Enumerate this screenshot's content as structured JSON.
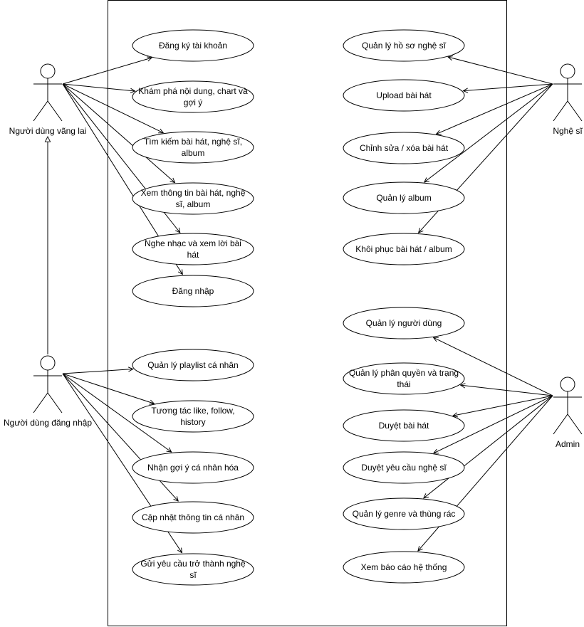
{
  "diagram": {
    "type": "uml-use-case",
    "colors": {
      "stroke": "#000000",
      "fill": "#ffffff",
      "text": "#000000"
    },
    "actors": [
      {
        "id": "guest",
        "name": "Người dùng vãng lai"
      },
      {
        "id": "user",
        "name": "Người dùng đăng nhập"
      },
      {
        "id": "artist",
        "name": "Nghệ sĩ"
      },
      {
        "id": "admin",
        "name": "Admin"
      }
    ],
    "use_cases": [
      {
        "id": "uc1",
        "lines": [
          "Đăng ký tài khoản"
        ]
      },
      {
        "id": "uc2",
        "lines": [
          "Khám phá nội dung, chart và",
          "gợi ý"
        ]
      },
      {
        "id": "uc3",
        "lines": [
          "Tìm kiếm bài hát, nghệ sĩ,",
          "album"
        ]
      },
      {
        "id": "uc4",
        "lines": [
          "Xem thông tin bài hát, nghệ",
          "sĩ, album"
        ]
      },
      {
        "id": "uc5",
        "lines": [
          "Nghe nhạc và xem lời bài",
          "hát"
        ]
      },
      {
        "id": "uc6",
        "lines": [
          "Đăng nhập"
        ]
      },
      {
        "id": "uc7",
        "lines": [
          "Quản lý playlist cá nhân"
        ]
      },
      {
        "id": "uc8",
        "lines": [
          "Tương tác like, follow,",
          "history"
        ]
      },
      {
        "id": "uc9",
        "lines": [
          "Nhận gợi ý cá nhân hóa"
        ]
      },
      {
        "id": "uc10",
        "lines": [
          "Cập nhật thông tin cá nhân"
        ]
      },
      {
        "id": "uc11",
        "lines": [
          "Gửi yêu cầu trở thành nghệ",
          "sĩ"
        ]
      },
      {
        "id": "uc12",
        "lines": [
          "Quản lý hồ sơ nghệ sĩ"
        ]
      },
      {
        "id": "uc13",
        "lines": [
          "Upload bài hát"
        ]
      },
      {
        "id": "uc14",
        "lines": [
          "Chỉnh sửa / xóa bài hát"
        ]
      },
      {
        "id": "uc15",
        "lines": [
          "Quản lý album"
        ]
      },
      {
        "id": "uc16",
        "lines": [
          "Khôi phục bài hát / album"
        ]
      },
      {
        "id": "uc17",
        "lines": [
          "Quản lý người dùng"
        ]
      },
      {
        "id": "uc18",
        "lines": [
          "Quản lý phân quyền và trạng",
          "thái"
        ]
      },
      {
        "id": "uc19",
        "lines": [
          "Duyệt bài hát"
        ]
      },
      {
        "id": "uc20",
        "lines": [
          "Duyệt yêu cầu nghệ sĩ"
        ]
      },
      {
        "id": "uc21",
        "lines": [
          "Quản lý genre và thùng rác"
        ]
      },
      {
        "id": "uc22",
        "lines": [
          "Xem báo cáo hệ thống"
        ]
      }
    ],
    "associations": [
      {
        "from": "guest",
        "to": "uc1"
      },
      {
        "from": "guest",
        "to": "uc2"
      },
      {
        "from": "guest",
        "to": "uc3"
      },
      {
        "from": "guest",
        "to": "uc4"
      },
      {
        "from": "guest",
        "to": "uc5"
      },
      {
        "from": "guest",
        "to": "uc6"
      },
      {
        "from": "user",
        "to": "uc7"
      },
      {
        "from": "user",
        "to": "uc8"
      },
      {
        "from": "user",
        "to": "uc9"
      },
      {
        "from": "user",
        "to": "uc10"
      },
      {
        "from": "user",
        "to": "uc11"
      },
      {
        "from": "artist",
        "to": "uc12"
      },
      {
        "from": "artist",
        "to": "uc13"
      },
      {
        "from": "artist",
        "to": "uc14"
      },
      {
        "from": "artist",
        "to": "uc15"
      },
      {
        "from": "artist",
        "to": "uc16"
      },
      {
        "from": "admin",
        "to": "uc17"
      },
      {
        "from": "admin",
        "to": "uc18"
      },
      {
        "from": "admin",
        "to": "uc19"
      },
      {
        "from": "admin",
        "to": "uc20"
      },
      {
        "from": "admin",
        "to": "uc21"
      },
      {
        "from": "admin",
        "to": "uc22"
      }
    ],
    "generalizations": [
      {
        "child": "user",
        "parent": "guest"
      }
    ]
  }
}
